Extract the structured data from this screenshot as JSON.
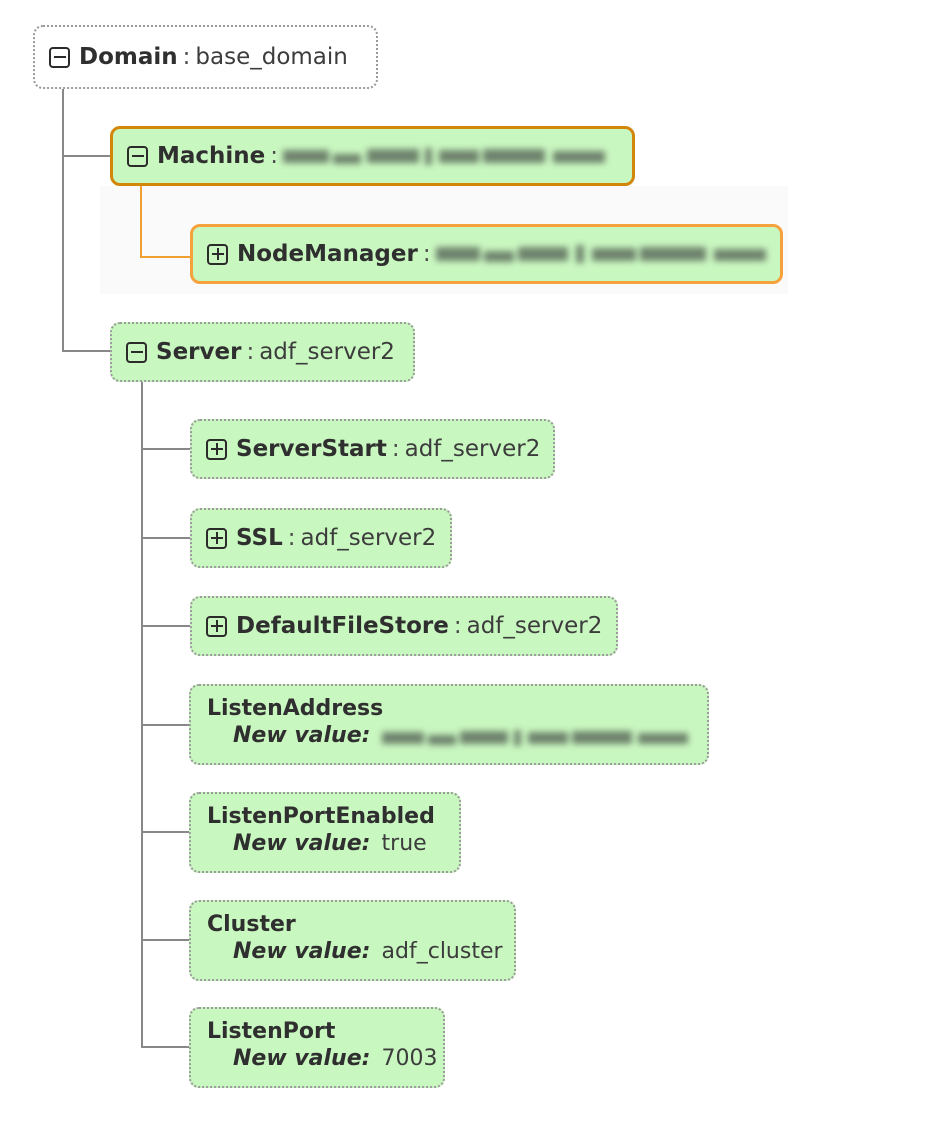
{
  "diagram": {
    "title": "Domain configuration tree",
    "colors": {
      "node_fill_green": "#c9f7c0",
      "node_border_dotted": "#9a9a9a",
      "selected_border_strong": "#d2860a",
      "selected_border_light": "#f5a23c",
      "connector": "#888888",
      "connector_highlight": "#f0a030",
      "group_panel_bg": "#fafafa",
      "text": "#2f2f2f"
    },
    "separator": ":",
    "new_value_label": "New value:",
    "icons": {
      "collapse": "minus-box-icon",
      "expand": "plus-box-icon"
    }
  },
  "nodes": {
    "domain": {
      "key": "Domain",
      "value": "base_domain",
      "toggle": "collapse",
      "style": "root"
    },
    "machine": {
      "key": "Machine",
      "value": "",
      "value_redacted": true,
      "toggle": "collapse",
      "style": "selected-strong"
    },
    "nodemanager": {
      "key": "NodeManager",
      "value": "",
      "value_redacted": true,
      "toggle": "expand",
      "style": "selected-light"
    },
    "server": {
      "key": "Server",
      "value": "adf_server2",
      "toggle": "collapse",
      "style": "green"
    },
    "serverstart": {
      "key": "ServerStart",
      "value": "adf_server2",
      "toggle": "expand",
      "style": "green"
    },
    "ssl": {
      "key": "SSL",
      "value": "adf_server2",
      "toggle": "expand",
      "style": "green"
    },
    "defaultfilestore": {
      "key": "DefaultFileStore",
      "value": "adf_server2",
      "toggle": "expand",
      "style": "green"
    },
    "listenaddress": {
      "key": "ListenAddress",
      "new_value": "",
      "value_redacted": true,
      "style": "green"
    },
    "listenportenabled": {
      "key": "ListenPortEnabled",
      "new_value": "true",
      "style": "green"
    },
    "cluster": {
      "key": "Cluster",
      "new_value": "adf_cluster",
      "style": "green"
    },
    "listenport": {
      "key": "ListenPort",
      "new_value": "7003",
      "style": "green"
    }
  }
}
